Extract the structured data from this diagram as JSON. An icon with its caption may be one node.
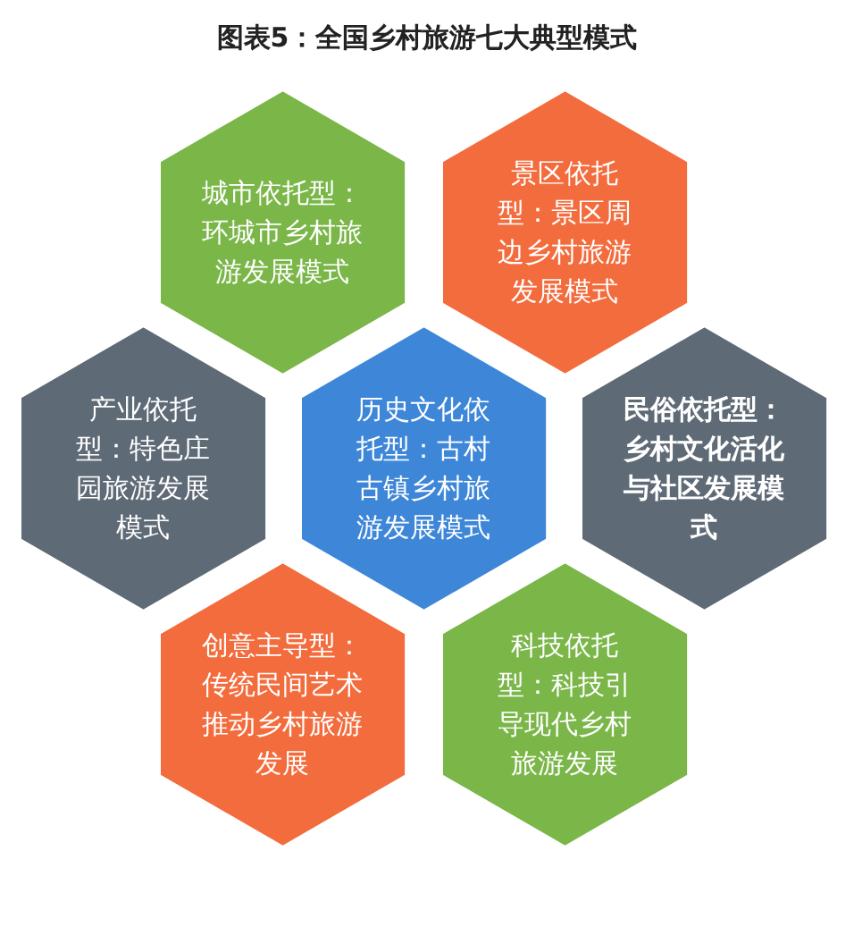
{
  "diagram": {
    "title": "图表5：全国乡村旅游七大典型模式",
    "nodes": [
      {
        "text": [
          "城市依托型：环城市乡村旅游发展模式"
        ]
      },
      {
        "text": [
          "景区依托型：景区周边乡村旅游发展模式"
        ]
      },
      {
        "text": [
          "产业依托型：特色庄园旅游发展模式"
        ]
      },
      {
        "text": [
          "历史文化依托型：古村古镇乡村旅游发展模式"
        ]
      },
      {
        "text": [
          "民俗依托型：乡村文化活化与社区发展模式"
        ]
      },
      {
        "text": [
          "创意主导型：传统民间艺术推动乡村旅游发展"
        ]
      },
      {
        "text": [
          "科技依托型：科技引导现代乡村旅游发展"
        ]
      }
    ]
  }
}
